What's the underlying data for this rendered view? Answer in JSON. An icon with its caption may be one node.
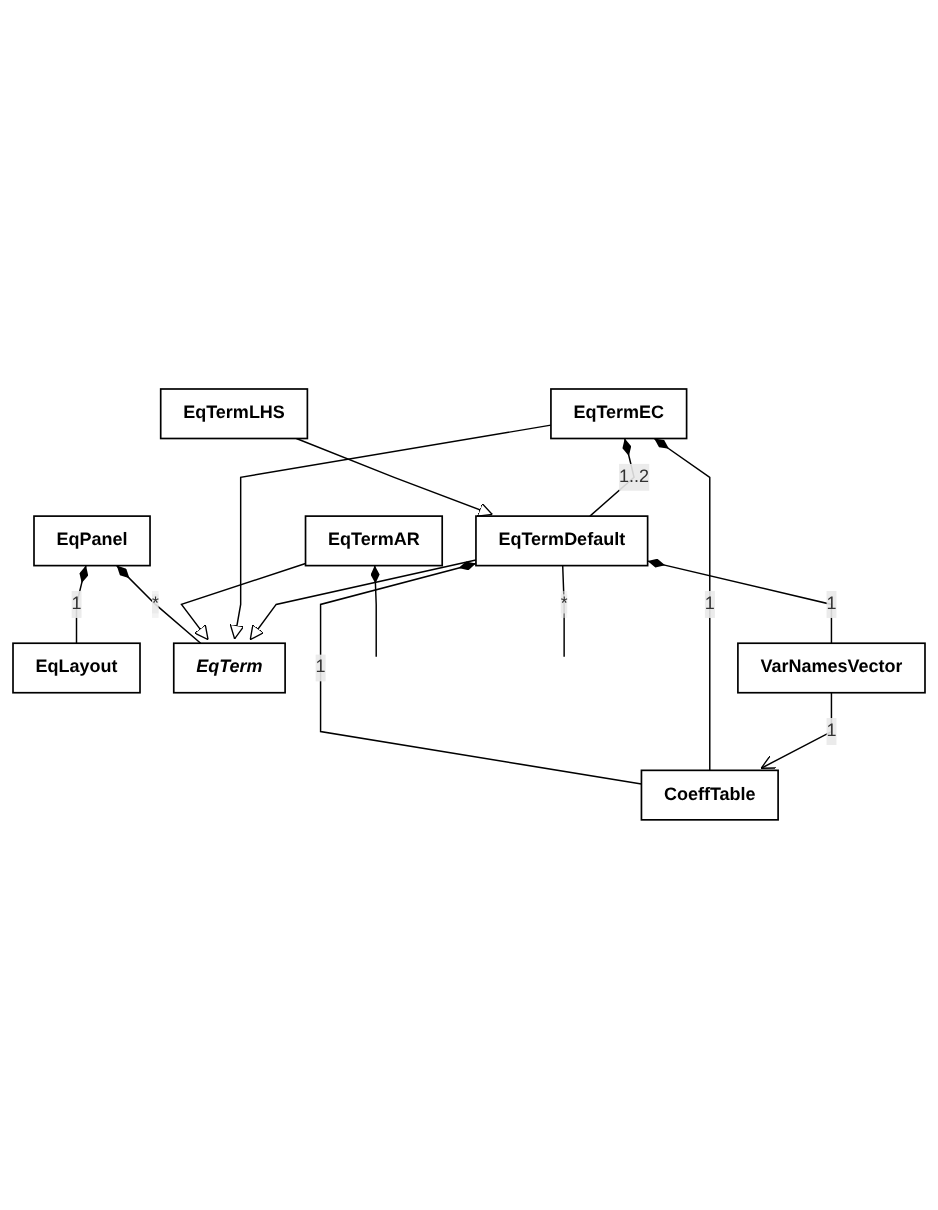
{
  "diagram": {
    "nodes": [
      {
        "text": [
          "EqLayout"
        ]
      },
      {
        "text": [
          "EqPanel"
        ]
      },
      {
        "text": [
          "EqTermAR"
        ]
      },
      {
        "text": [
          "EqTerm"
        ]
      },
      {
        "text": [
          "EqTermLHS"
        ]
      },
      {
        "text": [
          "EqTermDefault"
        ]
      },
      {
        "text": [
          "EqTermEC"
        ]
      },
      {
        "text": [
          "VarNamesVector"
        ]
      },
      {
        "text": [
          "CoeffTable"
        ]
      }
    ],
    "edges": [
      {
        "from": 1,
        "to": 0,
        "arrow": "other",
        "label": "1"
      },
      {
        "from": 1,
        "to": 3,
        "arrow": "other",
        "label": "*"
      },
      {
        "from": 2,
        "to": 3,
        "arrow": "to"
      },
      {
        "from": 6,
        "to": 3,
        "arrow": "to"
      },
      {
        "from": 4,
        "to": 5,
        "arrow": "to"
      },
      {
        "from": 5,
        "to": 3,
        "arrow": "to"
      },
      {
        "from": 6,
        "to": 5,
        "arrow": "other",
        "label": "1..2"
      },
      {
        "from": 5,
        "to": 7,
        "arrow": "other",
        "label": "1"
      },
      {
        "from": 5,
        "to": 8,
        "arrow": "other",
        "label": "1"
      },
      {
        "from": 6,
        "to": 8,
        "arrow": "other",
        "label": "1"
      },
      {
        "from": 7,
        "to": 8,
        "arrow": "to",
        "label": "1"
      },
      {
        "from": 2,
        "to": null,
        "arrow": "other"
      },
      {
        "from": 5,
        "to": null,
        "arrow": "none",
        "label": "*"
      }
    ]
  }
}
